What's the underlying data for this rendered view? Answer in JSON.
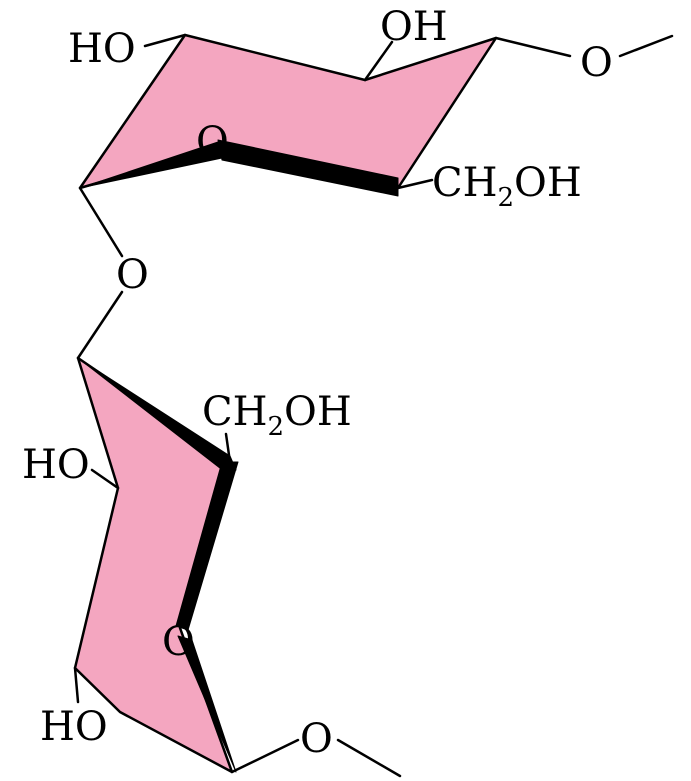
{
  "colors": {
    "ring_fill": "#f4a6c0",
    "line": "#000000",
    "background": "#ffffff"
  },
  "top_ring": {
    "ho_label": "HO",
    "oh_label": "OH",
    "ring_oxygen": "O",
    "ch2oh_prefix": "CH",
    "ch2oh_subscript": "2",
    "ch2oh_suffix": "OH",
    "link_oxygen_right": "O"
  },
  "glycosidic_link": {
    "oxygen": "O"
  },
  "bottom_ring": {
    "ch2oh_prefix": "CH",
    "ch2oh_subscript": "2",
    "ch2oh_suffix": "OH",
    "ho_label_upper": "HO",
    "ring_oxygen": "O",
    "ho_label_lower": "HO",
    "link_oxygen_bottom": "O"
  }
}
